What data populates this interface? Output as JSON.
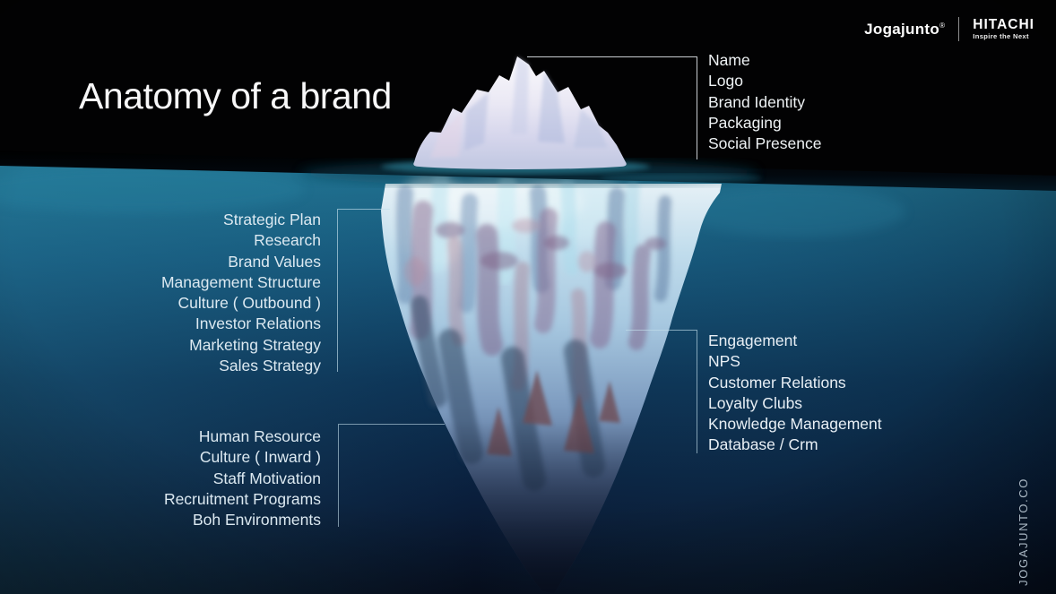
{
  "page": {
    "title": "Anatomy of a brand"
  },
  "brand_bar": {
    "jogajunto_logo": "Jogajunto",
    "jogajunto_reg": "®",
    "hitachi_logo": "HITACHI",
    "hitachi_tagline": "Inspire the Next"
  },
  "diagram": {
    "above_water": {
      "items": [
        "Name",
        "Logo",
        "Brand Identity",
        "Packaging",
        "Social Presence"
      ]
    },
    "below_left_top": {
      "items": [
        "Strategic Plan",
        "Research",
        "Brand Values",
        "Management Structure",
        "Culture ( Outbound )",
        "Investor Relations",
        "Marketing Strategy",
        "Sales Strategy"
      ]
    },
    "below_left_bottom": {
      "items": [
        "Human Resource",
        "Culture ( Inward )",
        "Staff Motivation",
        "Recruitment Programs",
        "Boh Environments"
      ]
    },
    "below_right": {
      "items": [
        "Engagement",
        "NPS",
        "Customer Relations",
        "Loyalty Clubs",
        "Knowledge Management",
        "Database / Crm"
      ]
    }
  },
  "watermark": {
    "text": "JOGAJUNTO.CO"
  },
  "colors": {
    "sky": "#020203",
    "sea_top": "#20718f",
    "sea_bottom": "#070f20",
    "iceberg_light": "#e8f2f7",
    "iceberg_mauve": "#8a6b90",
    "label_text": "#e8eff5",
    "bracket_line": "#c3deeb"
  }
}
